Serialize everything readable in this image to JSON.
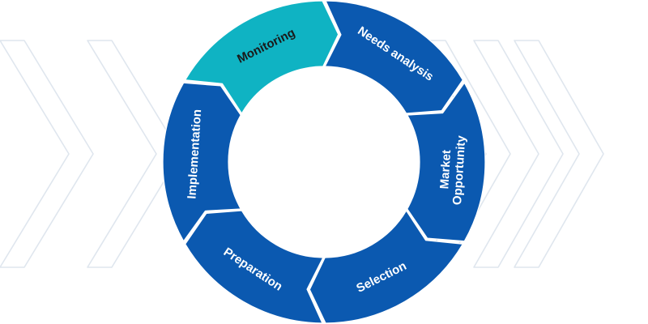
{
  "diagram": {
    "segments": [
      {
        "id": "monitoring",
        "lines": [
          "Monitoring"
        ],
        "color": "#0fb3c3",
        "text_color": "#1a1a1a"
      },
      {
        "id": "needs-analysis",
        "lines": [
          "Needs analysis"
        ],
        "color": "#0b59b0",
        "text_color": "#ffffff"
      },
      {
        "id": "market-opportunity",
        "lines": [
          "Market",
          "Opportunity"
        ],
        "color": "#0b59b0",
        "text_color": "#ffffff"
      },
      {
        "id": "selection",
        "lines": [
          "Selection"
        ],
        "color": "#0b59b0",
        "text_color": "#ffffff"
      },
      {
        "id": "preparation",
        "lines": [
          "Preparation"
        ],
        "color": "#0b59b0",
        "text_color": "#ffffff"
      },
      {
        "id": "implementation",
        "lines": [
          "Implementation"
        ],
        "color": "#0b59b0",
        "text_color": "#ffffff"
      }
    ],
    "decor": {
      "chevron_stroke": "#dfe6ee"
    }
  }
}
